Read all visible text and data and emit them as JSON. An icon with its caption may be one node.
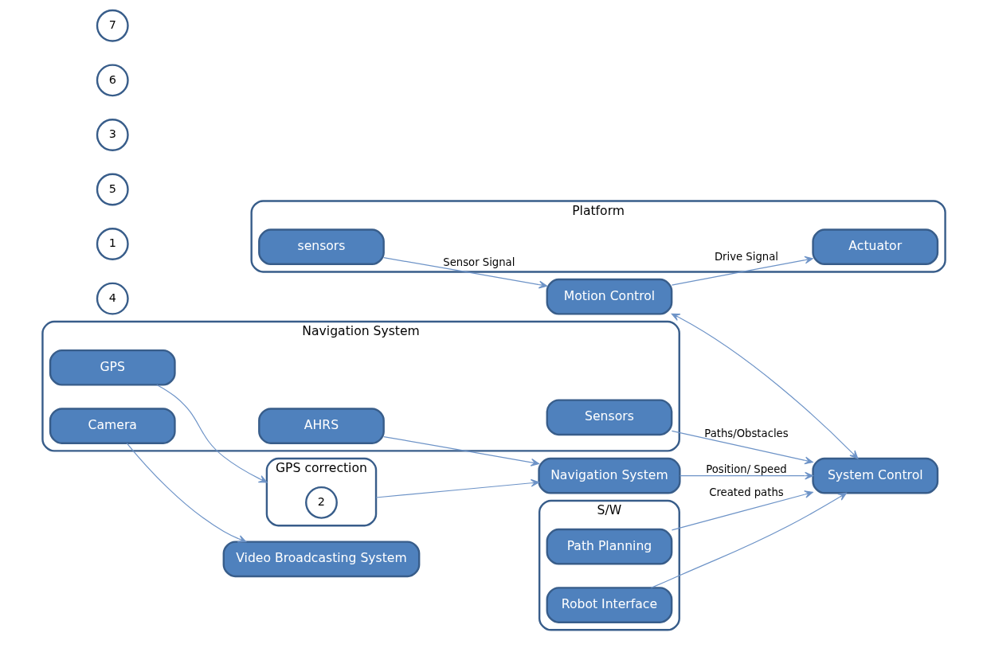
{
  "diagram": {
    "nodes": [
      {
        "text": [
          "Platform"
        ]
      },
      {
        "text": [
          "Actuator"
        ],
        "in": 0
      },
      {
        "text": [
          "sensors"
        ],
        "in": 0
      },
      {
        "text": [
          "Navigation System"
        ]
      },
      {
        "text": [
          "GPS"
        ],
        "in": 3
      },
      {
        "text": [
          "AHRS"
        ],
        "in": 3
      },
      {
        "text": [
          "Camera"
        ],
        "in": 3
      },
      {
        "text": [
          "Sensors"
        ],
        "in": 3
      },
      {
        "text": [
          "S/W"
        ]
      },
      {
        "text": [
          "Path Planning"
        ],
        "in": 8
      },
      {
        "text": [
          "Robot Interface"
        ],
        "in": 8
      },
      {
        "text": [
          "4"
        ]
      },
      {
        "text": [
          "Motion Control"
        ]
      },
      {
        "text": [
          "1"
        ]
      },
      {
        "text": [
          "GPS correction"
        ]
      },
      {
        "text": [
          "2"
        ],
        "in": 14
      },
      {
        "text": [
          "5"
        ]
      },
      {
        "text": [
          "Navigation System"
        ]
      },
      {
        "text": [
          "3"
        ]
      },
      {
        "text": [
          "Video Broadcasting System"
        ]
      },
      {
        "text": [
          "6"
        ]
      },
      {
        "text": [
          "System Control"
        ]
      },
      {
        "text": [
          "7"
        ]
      }
    ],
    "edges": [
      {
        "from": 12,
        "to": 1,
        "arrow": "to",
        "label": "Drive Signal"
      },
      {
        "from": 2,
        "to": 12,
        "arrow": "to",
        "label": "Sensor Signal"
      },
      {
        "from": 12,
        "to": 21,
        "arrow": "both"
      },
      {
        "from": 4,
        "to": 14,
        "arrow": "to"
      },
      {
        "from": 14,
        "to": 17,
        "arrow": "to"
      },
      {
        "from": 5,
        "to": 17,
        "arrow": "to"
      },
      {
        "from": 17,
        "to": 21,
        "arrow": "to",
        "label": "Position/ Speed"
      },
      {
        "from": 6,
        "to": 19,
        "arrow": "to"
      },
      {
        "from": 7,
        "to": 21,
        "arrow": "to",
        "label": "Paths/Obstacles"
      },
      {
        "from": 9,
        "to": 21,
        "arrow": "to",
        "label": "Created paths"
      },
      {
        "from": 10,
        "to": 21,
        "arrow": "to"
      }
    ]
  }
}
